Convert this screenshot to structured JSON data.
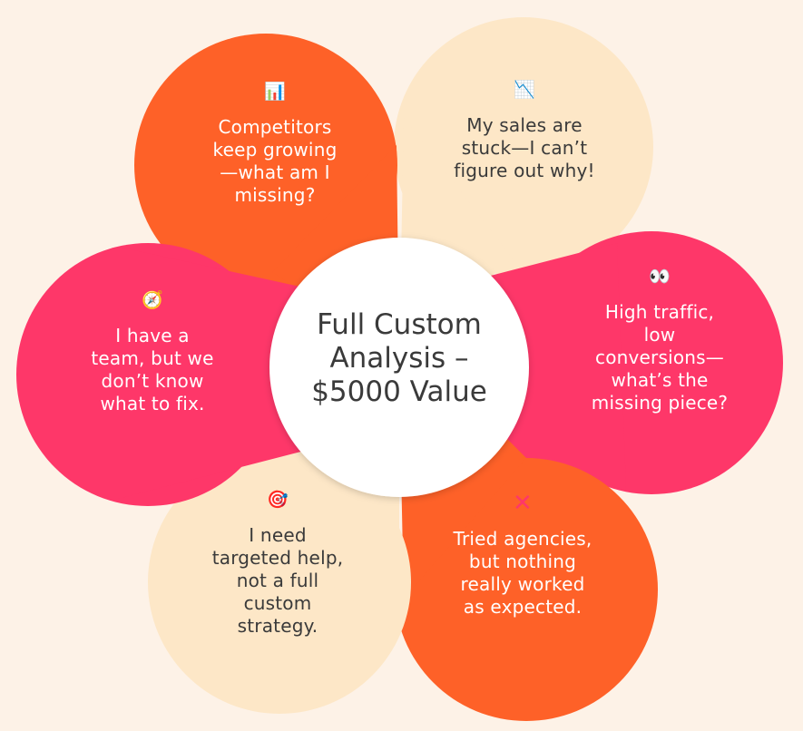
{
  "center": {
    "title": "Full Custom\nAnalysis –\n$5000 Value"
  },
  "petals": [
    {
      "text": "Competitors\nkeep growing\n—what am I\nmissing?",
      "icon": "bar-chart-icon"
    },
    {
      "text": "My sales are\nstuck—I can’t\nfigure out why!",
      "icon": "chart-decreasing-icon"
    },
    {
      "text": "High traffic,\nlow\nconversions—\nwhat’s the\nmissing piece?",
      "icon": "eyes-icon"
    },
    {
      "text": "Tried agencies,\nbut nothing\nreally worked\nas expected.",
      "icon": "cross-mark-icon"
    },
    {
      "text": "I need\ntargeted help,\nnot a full\ncustom\nstrategy.",
      "icon": "target-icon"
    },
    {
      "text": "I have a\nteam, but we\ndon’t know\nwhat to fix.",
      "icon": "compass-icon"
    }
  ],
  "colors": {
    "background": "#fdf2e7",
    "orange": "#fe6128",
    "pink": "#fe3769",
    "cream": "#fde7c7",
    "center": "#ffffff",
    "dark_text": "#3a3a3a",
    "light_text": "#ffffff"
  }
}
